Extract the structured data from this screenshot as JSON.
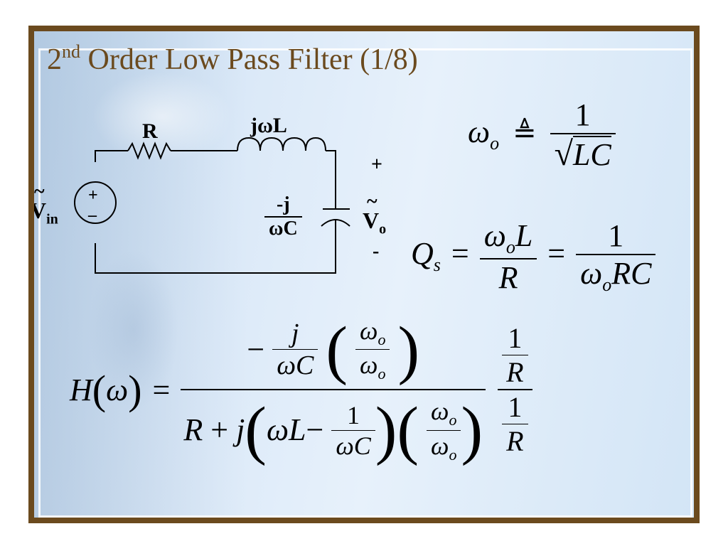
{
  "slide": {
    "title_number": "2",
    "title_superscript": "nd",
    "title_rest": " Order Low Pass Filter (1/8)"
  },
  "circuit": {
    "resistor_label": "R",
    "inductor_label": "jωL",
    "capacitor_num": "-j",
    "capacitor_den": "ωC",
    "source_base": "V",
    "source_sub": "in",
    "source_tilde": "~",
    "source_plus": "+",
    "source_minus": "–",
    "output_base": "V",
    "output_sub": "o",
    "output_tilde": "~",
    "output_plus": "+",
    "output_minus": "-"
  },
  "eq_omega": {
    "lhs": "ω",
    "lhs_sub": "o",
    "rel": "≜",
    "num": "1",
    "radicand": "LC"
  },
  "eq_q": {
    "lhs": "Q",
    "lhs_sub": "s",
    "eq1": "=",
    "num1_a": "ω",
    "num1_sub": "o",
    "num1_b": "L",
    "den1": "R",
    "eq2": "=",
    "num2": "1",
    "den2_a": "ω",
    "den2_sub": "o",
    "den2_b": "RC"
  },
  "eq_h": {
    "lhs": "H",
    "lparen": "(",
    "arg": "ω",
    "rparen": ")",
    "eq": "=",
    "top_minus": "−",
    "top_j": "j",
    "top_wc": "ωC",
    "top_w": "ω",
    "top_w_sub": "o",
    "bot_r": "R",
    "bot_plus": "+",
    "bot_j": "j",
    "bot_wl": "ωL",
    "bot_minus": "−",
    "bot_one": "1",
    "bot_wc": "ωC",
    "bot_w": "ω",
    "bot_w_sub": "o",
    "rf_num": "1",
    "rf_den": "R"
  }
}
